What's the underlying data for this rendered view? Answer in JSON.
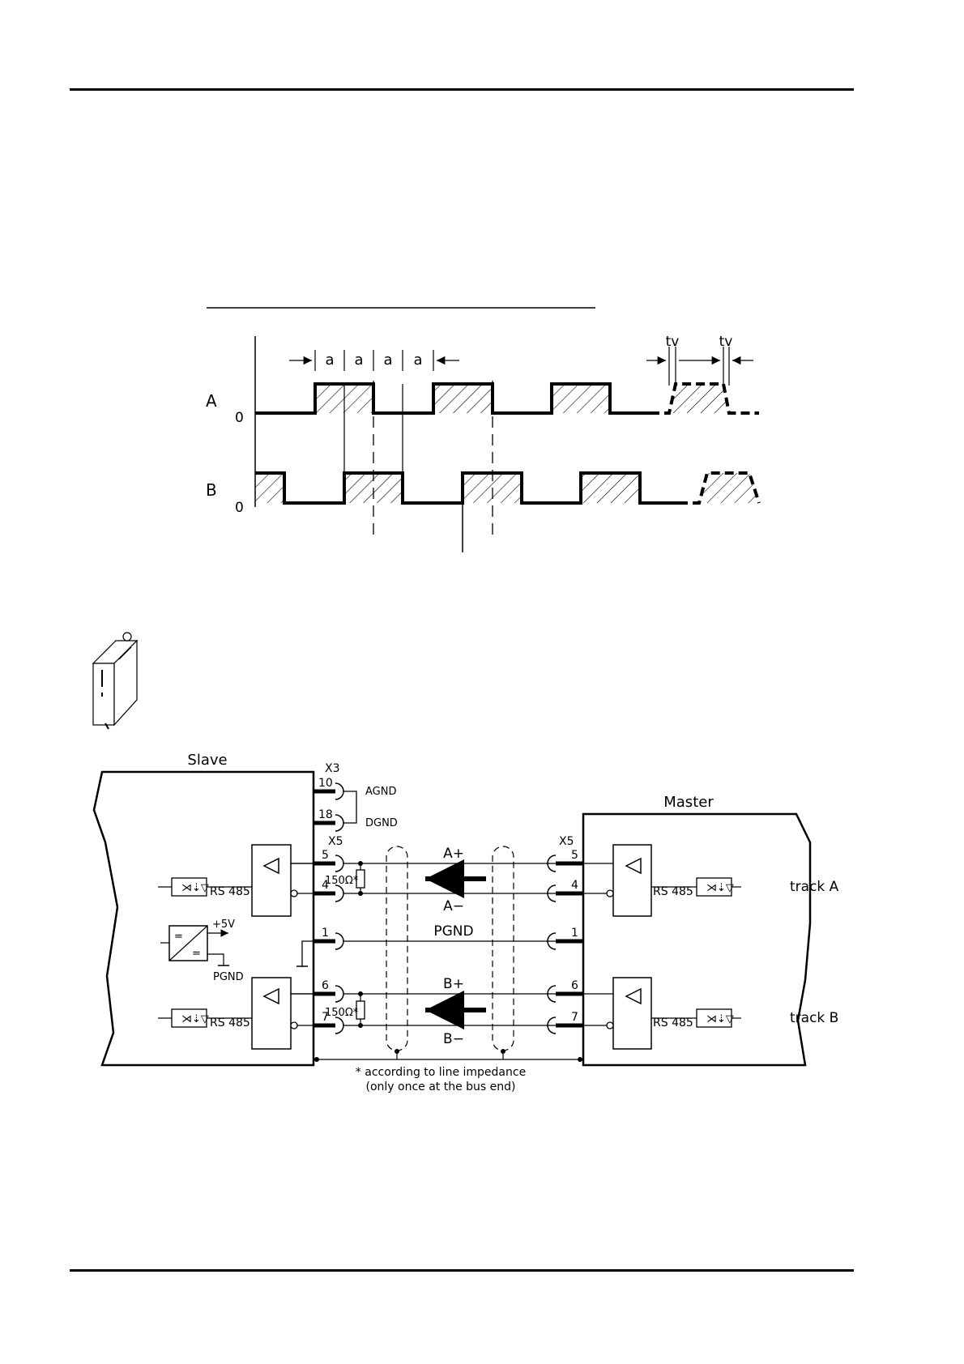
{
  "timing": {
    "period_label": "a",
    "tv_label": "tv",
    "track_a_label": "A",
    "track_b_label": "B",
    "zero_label": "0"
  },
  "wiring": {
    "slave_label": "Slave",
    "master_label": "Master",
    "x3_label": "X3",
    "x5_slave_label": "X5",
    "x5_master_label": "X5",
    "pin_10": "10",
    "pin_18": "18",
    "pin_5": "5",
    "pin_4": "4",
    "pin_1": "1",
    "pin_6": "6",
    "pin_7": "7",
    "agnd": "AGND",
    "dgnd": "DGND",
    "plus5v": "+5V",
    "pgnd_supply": "PGND",
    "pgnd_line": "PGND",
    "rs485": "RS 485",
    "resistor": "150Ω*",
    "a_plus": "A+",
    "a_minus": "A−",
    "b_plus": "B+",
    "b_minus": "B−",
    "track_a": "track  A",
    "track_b": "track  B",
    "footnote_1": "* according to line impedance",
    "footnote_2": "(only once at the bus end)"
  }
}
